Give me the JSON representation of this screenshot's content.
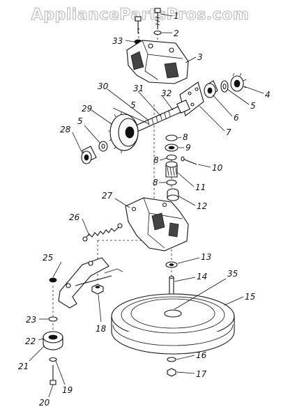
{
  "watermark": "AppliancePartsPros.com",
  "callouts": [
    {
      "id": "1",
      "text": "1"
    },
    {
      "id": "2",
      "text": "2"
    },
    {
      "id": "3",
      "text": "3"
    },
    {
      "id": "4",
      "text": "4"
    },
    {
      "id": "5a",
      "text": "5"
    },
    {
      "id": "5b",
      "text": "5"
    },
    {
      "id": "5c",
      "text": "5"
    },
    {
      "id": "6",
      "text": "6"
    },
    {
      "id": "7",
      "text": "7"
    },
    {
      "id": "8a",
      "text": "8"
    },
    {
      "id": "8b",
      "text": "8"
    },
    {
      "id": "8c",
      "text": "8"
    },
    {
      "id": "9",
      "text": "9"
    },
    {
      "id": "10",
      "text": "10"
    },
    {
      "id": "11",
      "text": "11"
    },
    {
      "id": "12",
      "text": "12"
    },
    {
      "id": "13",
      "text": "13"
    },
    {
      "id": "14",
      "text": "14"
    },
    {
      "id": "15",
      "text": "15"
    },
    {
      "id": "16",
      "text": "16"
    },
    {
      "id": "17",
      "text": "17"
    },
    {
      "id": "18",
      "text": "18"
    },
    {
      "id": "19",
      "text": "19"
    },
    {
      "id": "20",
      "text": "20"
    },
    {
      "id": "21",
      "text": "21"
    },
    {
      "id": "22",
      "text": "22"
    },
    {
      "id": "23",
      "text": "23"
    },
    {
      "id": "25",
      "text": "25"
    },
    {
      "id": "26",
      "text": "26"
    },
    {
      "id": "27",
      "text": "27"
    },
    {
      "id": "28",
      "text": "28"
    },
    {
      "id": "29",
      "text": "29"
    },
    {
      "id": "30",
      "text": "30"
    },
    {
      "id": "31",
      "text": "31"
    },
    {
      "id": "32",
      "text": "32"
    },
    {
      "id": "33",
      "text": "33"
    },
    {
      "id": "35",
      "text": "35"
    }
  ]
}
